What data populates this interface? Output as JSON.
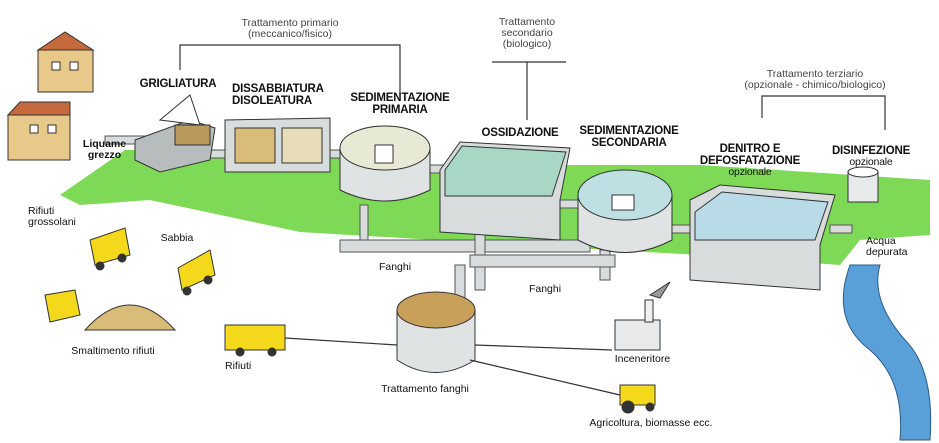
{
  "brackets": {
    "primary": [
      "Trattamento primario",
      "(meccanico/fisico)"
    ],
    "secondary": [
      "Trattamento",
      "secondario",
      "(biologico)"
    ],
    "tertiary": [
      "Trattamento terziario",
      "(opzionale - chimico/biologico)"
    ]
  },
  "stages": {
    "grigliatura": "GRIGLIATURA",
    "dissabbiatura": [
      "DISSABBIATURA",
      "DISOLEATURA"
    ],
    "sed_primaria": [
      "SEDIMENTAZIONE",
      "PRIMARIA"
    ],
    "ossidazione": "OSSIDAZIONE",
    "sed_secondaria": [
      "SEDIMENTAZIONE",
      "SECONDARIA"
    ],
    "denitro": [
      "DENITRO E",
      "DEFOSFATAZIONE"
    ],
    "denitro_opt": "opzionale",
    "disinfezione": "DISINFEZIONE",
    "disinfezione_opt": "opzionale"
  },
  "labels": {
    "liquame": [
      "Liquame",
      "grezzo"
    ],
    "rifiuti_grossolani": [
      "Rifiuti",
      "grossolani"
    ],
    "sabbia": "Sabbia",
    "smaltimento": "Smaltimento rifiuti",
    "fanghi_1": "Fanghi",
    "fanghi_2": "Fanghi",
    "rifiuti": "Rifiuti",
    "trattamento_fanghi": "Trattamento fanghi",
    "inceneritore": "Inceneritore",
    "agricoltura": "Agricoltura, biomasse ecc.",
    "acqua": [
      "Acqua",
      "depurata"
    ]
  },
  "colors": {
    "ground": "#7ed957",
    "pipe": "#d8dcdc",
    "water": "#5aa0d8",
    "truck": "#f3d81c",
    "building": "#e9c98a"
  }
}
